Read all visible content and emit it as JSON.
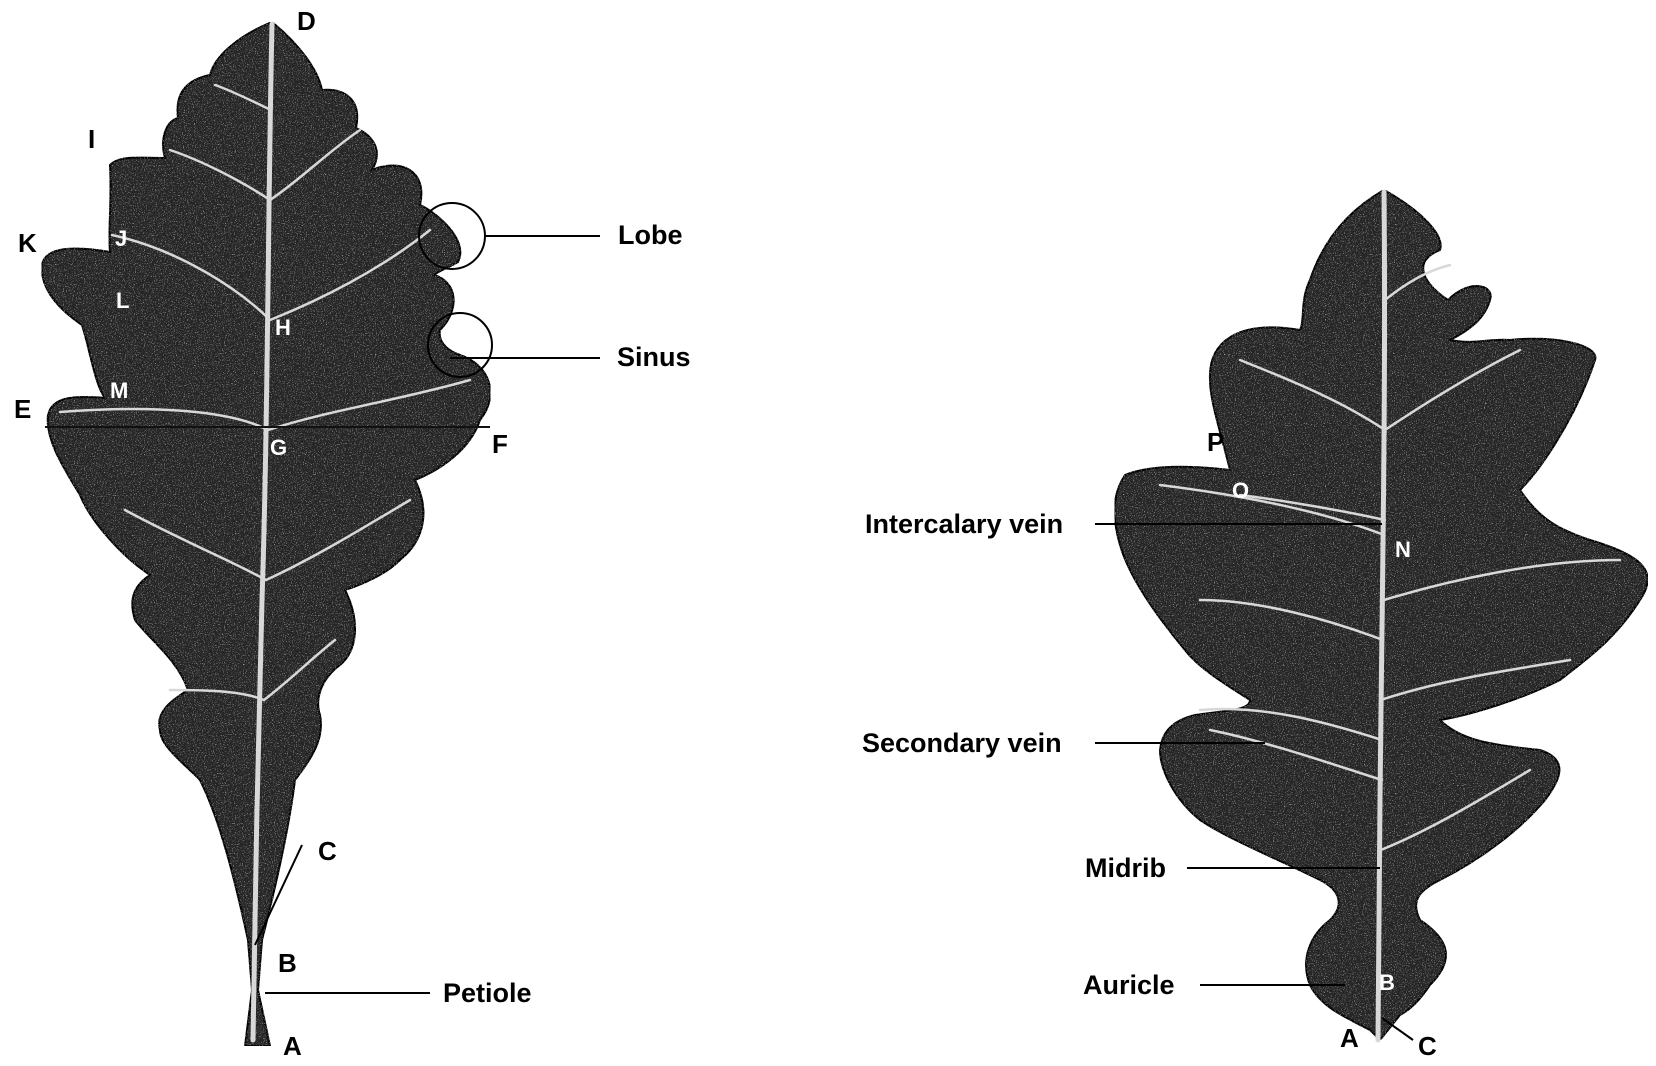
{
  "left_leaf": {
    "points": {
      "D": "D",
      "I": "I",
      "K": "K",
      "E": "E",
      "F": "F",
      "H": "H",
      "G": "G",
      "L": "L",
      "M": "M",
      "J": "J",
      "C": "C",
      "B": "B",
      "A": "A"
    },
    "callouts": {
      "lobe": "Lobe",
      "sinus": "Sinus",
      "petiole": "Petiole"
    }
  },
  "right_leaf": {
    "points": {
      "P": "P",
      "O": "O",
      "N": "N",
      "B": "B",
      "A": "A",
      "C": "C"
    },
    "callouts": {
      "intercalary_vein": "Intercalary vein",
      "secondary_vein": "Secondary vein",
      "midrib": "Midrib",
      "auricle": "Auricle"
    }
  }
}
